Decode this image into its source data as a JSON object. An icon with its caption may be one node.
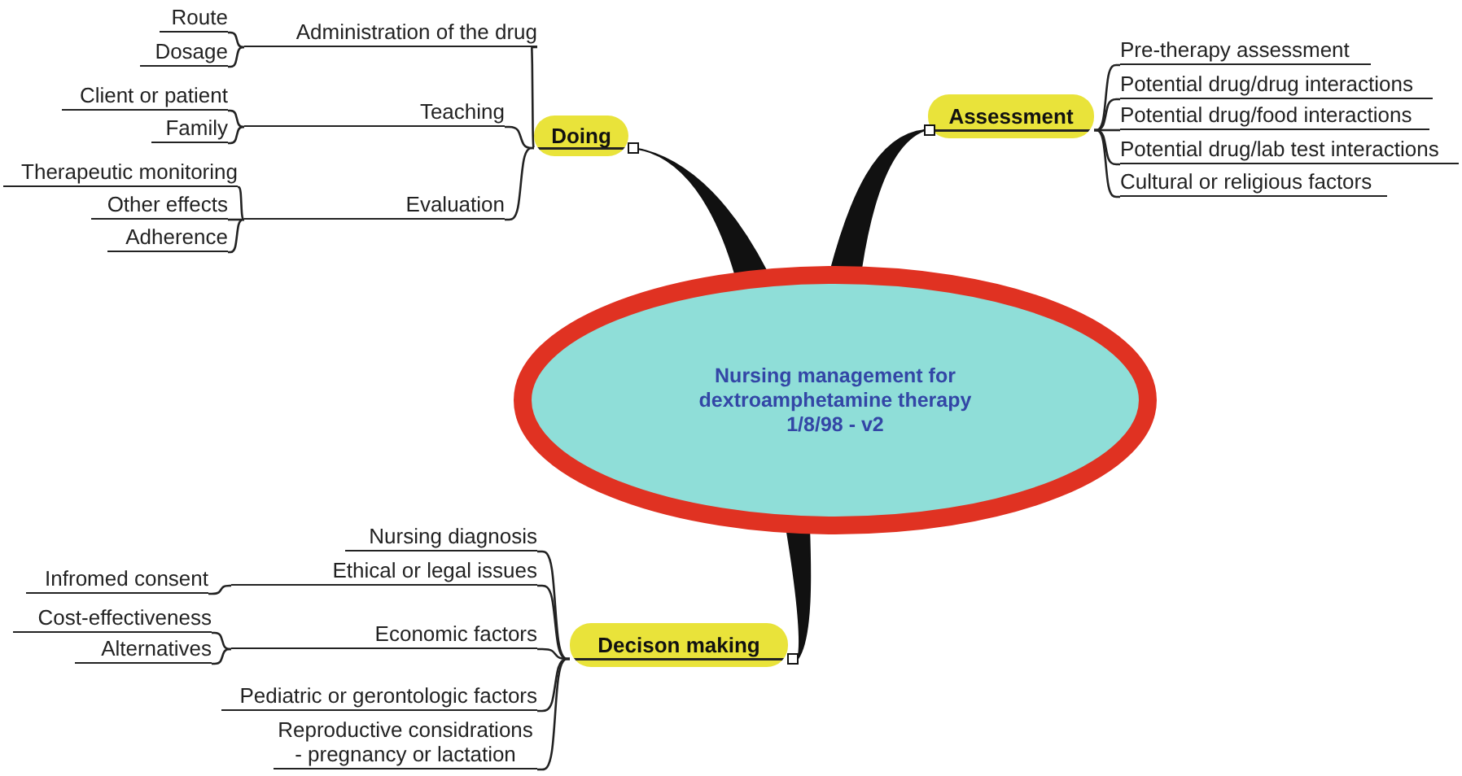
{
  "diagram": {
    "nodes": [
      {
        "text": [
          "Nursing management for dextroamphetamine therapy 1/8/98 - v2"
        ]
      },
      {
        "text": [
          "Doing"
        ]
      },
      {
        "text": [
          "Assessment"
        ]
      },
      {
        "text": [
          "Decison making"
        ]
      },
      {
        "text": [
          "Administration of the drug"
        ]
      },
      {
        "text": [
          "Route"
        ]
      },
      {
        "text": [
          "Dosage"
        ]
      },
      {
        "text": [
          "Teaching"
        ]
      },
      {
        "text": [
          "Client or patient"
        ]
      },
      {
        "text": [
          "Family"
        ]
      },
      {
        "text": [
          "Evaluation"
        ]
      },
      {
        "text": [
          "Therapeutic monitoring"
        ]
      },
      {
        "text": [
          "Other effects"
        ]
      },
      {
        "text": [
          "Adherence"
        ]
      },
      {
        "text": [
          "Pre-therapy assessment"
        ]
      },
      {
        "text": [
          "Potential drug/drug interactions"
        ]
      },
      {
        "text": [
          "Potential drug/food interactions"
        ]
      },
      {
        "text": [
          "Potential drug/lab test interactions"
        ]
      },
      {
        "text": [
          "Cultural or religious factors"
        ]
      },
      {
        "text": [
          "Nursing diagnosis"
        ]
      },
      {
        "text": [
          "Ethical or legal issues"
        ]
      },
      {
        "text": [
          "Infromed consent"
        ]
      },
      {
        "text": [
          "Economic factors"
        ]
      },
      {
        "text": [
          "Cost-effectiveness"
        ]
      },
      {
        "text": [
          "Alternatives"
        ]
      },
      {
        "text": [
          "Pediatric or gerontologic factors"
        ]
      },
      {
        "text": [
          "Reproductive considrations - pregnancy or lactation"
        ]
      }
    ],
    "edges": [
      {
        "from": 0,
        "to": 1,
        "arrow": "none",
        "style": "thick"
      },
      {
        "from": 0,
        "to": 2,
        "arrow": "none",
        "style": "thick"
      },
      {
        "from": 0,
        "to": 3,
        "arrow": "none",
        "style": "thick"
      },
      {
        "from": 1,
        "to": 4,
        "arrow": "none"
      },
      {
        "from": 4,
        "to": 5,
        "arrow": "none"
      },
      {
        "from": 4,
        "to": 6,
        "arrow": "none"
      },
      {
        "from": 1,
        "to": 7,
        "arrow": "none"
      },
      {
        "from": 7,
        "to": 8,
        "arrow": "none"
      },
      {
        "from": 7,
        "to": 9,
        "arrow": "none"
      },
      {
        "from": 1,
        "to": 10,
        "arrow": "none"
      },
      {
        "from": 10,
        "to": 11,
        "arrow": "none"
      },
      {
        "from": 10,
        "to": 12,
        "arrow": "none"
      },
      {
        "from": 10,
        "to": 13,
        "arrow": "none"
      },
      {
        "from": 2,
        "to": 14,
        "arrow": "none"
      },
      {
        "from": 2,
        "to": 15,
        "arrow": "none"
      },
      {
        "from": 2,
        "to": 16,
        "arrow": "none"
      },
      {
        "from": 2,
        "to": 17,
        "arrow": "none"
      },
      {
        "from": 2,
        "to": 18,
        "arrow": "none"
      },
      {
        "from": 3,
        "to": 19,
        "arrow": "none"
      },
      {
        "from": 3,
        "to": 20,
        "arrow": "none"
      },
      {
        "from": 20,
        "to": 21,
        "arrow": "none"
      },
      {
        "from": 3,
        "to": 22,
        "arrow": "none"
      },
      {
        "from": 22,
        "to": 23,
        "arrow": "none"
      },
      {
        "from": 22,
        "to": 24,
        "arrow": "none"
      },
      {
        "from": 3,
        "to": 25,
        "arrow": "none"
      },
      {
        "from": 3,
        "to": 26,
        "arrow": "none"
      }
    ]
  }
}
